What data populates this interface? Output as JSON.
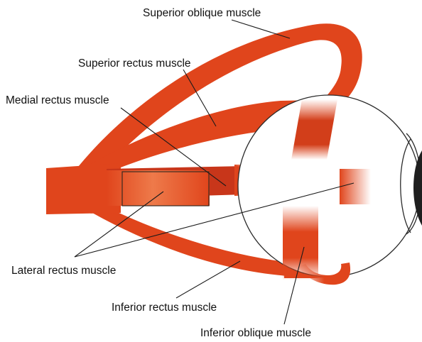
{
  "colors": {
    "muscle": "#E0451C",
    "muscle_dark": "#C8361A",
    "eye_outline": "#2b2b2b",
    "pupil": "#1f1f1f",
    "label_text": "#111111"
  },
  "labels": {
    "superior_oblique": "Superior oblique muscle",
    "superior_rectus": "Superior rectus muscle",
    "medial_rectus": "Medial rectus muscle",
    "lateral_rectus": "Lateral rectus muscle",
    "inferior_rectus": "Inferior rectus muscle",
    "inferior_oblique": "Inferior oblique muscle"
  }
}
